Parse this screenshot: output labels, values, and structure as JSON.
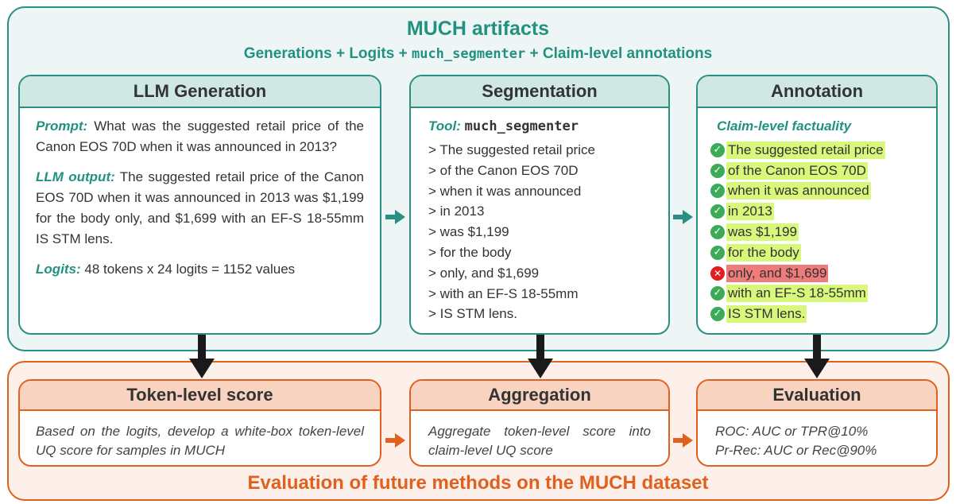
{
  "top": {
    "title": "MUCH artifacts",
    "subtitle_pre": "Generations + Logits + ",
    "subtitle_code": "much_segmenter",
    "subtitle_post": " + Claim-level annotations"
  },
  "generation": {
    "header": "LLM Generation",
    "prompt_label": "Prompt:",
    "prompt_text": " What was the suggested retail price of the Canon EOS 70D when it was announced in 2013?",
    "output_label": "LLM output:",
    "output_text": " The suggested retail price of the Canon EOS 70D when it was announced in 2013 was $1,199 for the body only, and $1,699 with an EF-S 18-55mm IS STM lens.",
    "logits_label": "Logits:",
    "logits_text": " 48 tokens x 24 logits = 1152 values"
  },
  "segmentation": {
    "header": "Segmentation",
    "tool_label": "Tool:",
    "tool_name": "much_segmenter",
    "lines": [
      "> The suggested retail price",
      "> of the Canon EOS 70D",
      "> when it was announced",
      "> in 2013",
      "> was $1,199",
      "> for the body",
      "> only, and $1,699",
      "> with an EF-S 18-55mm",
      "> IS STM lens."
    ]
  },
  "annotation": {
    "header": "Annotation",
    "subtitle": "Claim-level factuality",
    "claims": [
      {
        "text": "The suggested retail price",
        "correct": true,
        "icon": "check-icon"
      },
      {
        "text": "of the Canon EOS 70D",
        "correct": true,
        "icon": "check-icon"
      },
      {
        "text": "when it was announced",
        "correct": true,
        "icon": "check-icon"
      },
      {
        "text": "in 2013",
        "correct": true,
        "icon": "check-icon"
      },
      {
        "text": "was $1,199",
        "correct": true,
        "icon": "check-icon"
      },
      {
        "text": "for the body",
        "correct": true,
        "icon": "check-icon"
      },
      {
        "text": "only, and $1,699",
        "correct": false,
        "icon": "cross-icon"
      },
      {
        "text": "with an EF-S 18-55mm",
        "correct": true,
        "icon": "check-icon"
      },
      {
        "text": "IS STM lens.",
        "correct": true,
        "icon": "check-icon"
      }
    ]
  },
  "token_score": {
    "header": "Token-level score",
    "text": "Based on the logits, develop a white-box token-level UQ score for samples in MUCH"
  },
  "aggregation": {
    "header": "Aggregation",
    "text": "Aggregate token-level score into claim-level UQ score"
  },
  "evaluation": {
    "header": "Evaluation",
    "lines": [
      "ROC: AUC or TPR@10%",
      "Pr-Rec: AUC or Rec@90%"
    ]
  },
  "bottom": {
    "title": "Evaluation of future methods on the MUCH dataset"
  },
  "colors": {
    "teal": "#2a8f82",
    "orange": "#e0611d",
    "correct_highlight": "#d9f77b",
    "incorrect_highlight": "#ef7b7b"
  }
}
